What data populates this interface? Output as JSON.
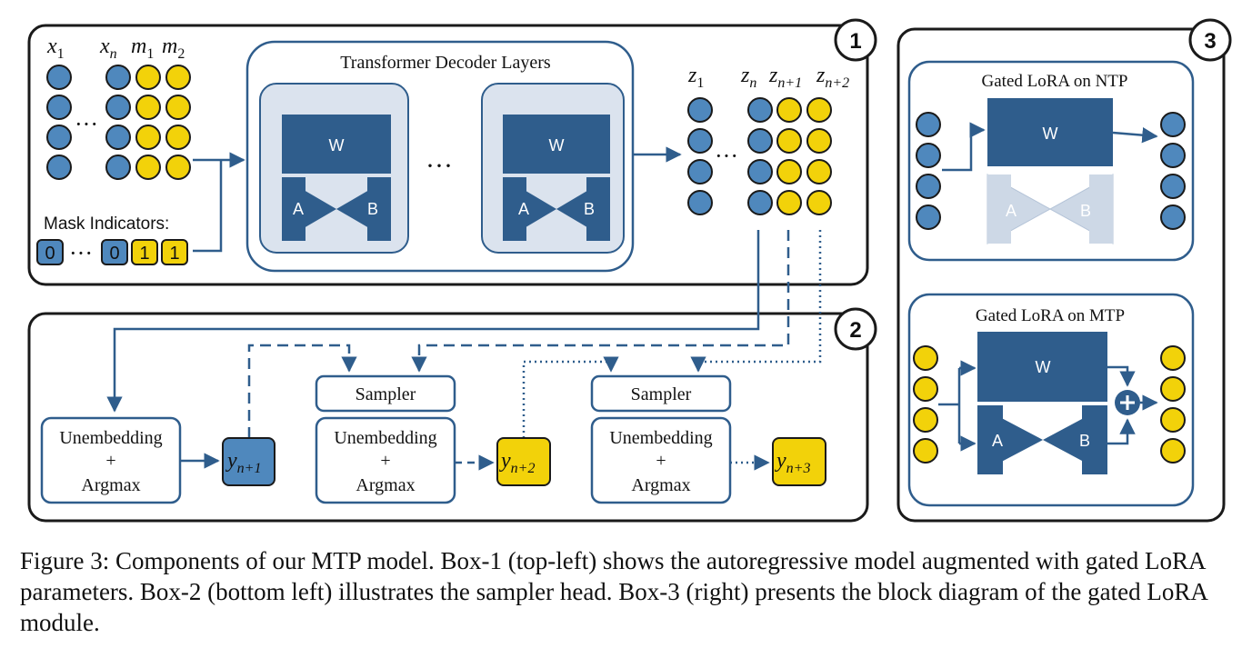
{
  "box1": {
    "number": "1",
    "input_labels": [
      "x",
      "x",
      "m",
      "m"
    ],
    "input_subscripts": [
      "1",
      "n",
      "1",
      "2"
    ],
    "mask_label": "Mask Indicators:",
    "mask_values": [
      "0",
      "0",
      "1",
      "1"
    ],
    "ellipsis": "···",
    "decoder_title": "Transformer Decoder Layers",
    "weight_label": "W",
    "lora_a_label": "A",
    "lora_b_label": "B",
    "output_labels": [
      "z",
      "z",
      "z",
      "z"
    ],
    "output_subscripts": [
      "1",
      "n",
      "n+1",
      "n+2"
    ]
  },
  "box2": {
    "number": "2",
    "sampler_label": "Sampler",
    "unembed_lines": [
      "Unembedding",
      "+",
      "Argmax"
    ],
    "token_base": "y",
    "token_subscripts": [
      "n+1",
      "n+2",
      "n+3"
    ]
  },
  "box3": {
    "number": "3",
    "ntp_title": "Gated LoRA on NTP",
    "mtp_title": "Gated LoRA on MTP",
    "weight_label": "W",
    "lora_a_label": "A",
    "lora_b_label": "B"
  },
  "caption": "Figure 3: Components of our MTP model. Box-1 (top-left) shows the autoregressive model augmented with gated LoRA parameters. Box-2 (bottom left) illustrates the sampler head. Box-3 (right) presents the block diagram of the gated LoRA module.",
  "colors": {
    "blue_token": "#4f88bd",
    "yellow_token": "#f2d20a",
    "dark_blue": "#2f5d8c",
    "panel_fill": "#dbe3ee",
    "faded_lora": "#cdd8e6",
    "frame": "#1a1a1a"
  }
}
